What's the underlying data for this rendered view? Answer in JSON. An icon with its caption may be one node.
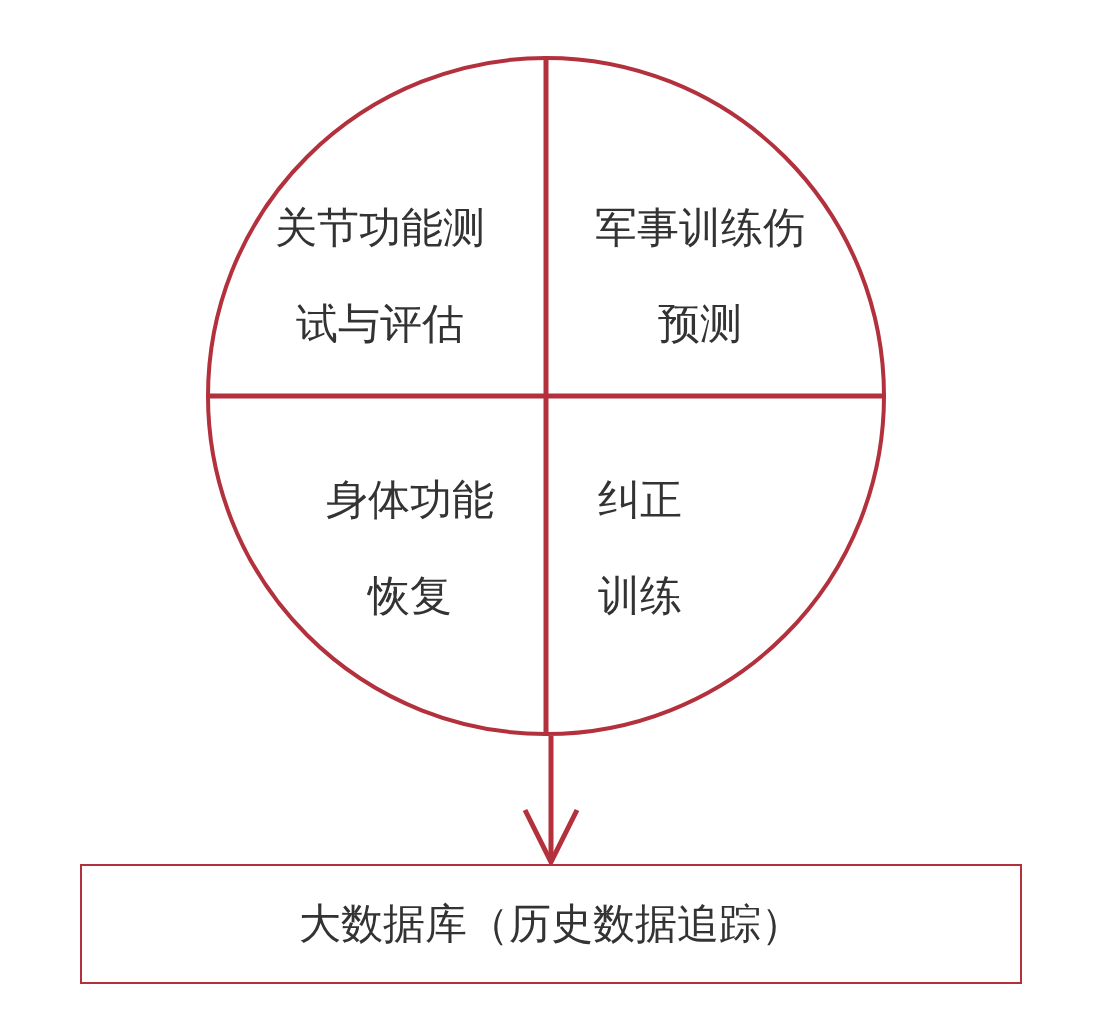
{
  "diagram": {
    "nodes": [
      {
        "text": [],
        "shape": "circle"
      },
      {
        "text": [
          "关节功能测试与评估"
        ],
        "in": 0
      },
      {
        "text": [
          "军事训练伤预测"
        ],
        "in": 0
      },
      {
        "text": [
          "身体功能恢复"
        ],
        "in": 0
      },
      {
        "text": [
          "纠正训练"
        ],
        "in": 0
      },
      {
        "text": [
          "大数据库（历史数据追踪）"
        ]
      }
    ],
    "edges": [
      {
        "from": 0,
        "to": 5,
        "arrow": "to"
      }
    ]
  }
}
